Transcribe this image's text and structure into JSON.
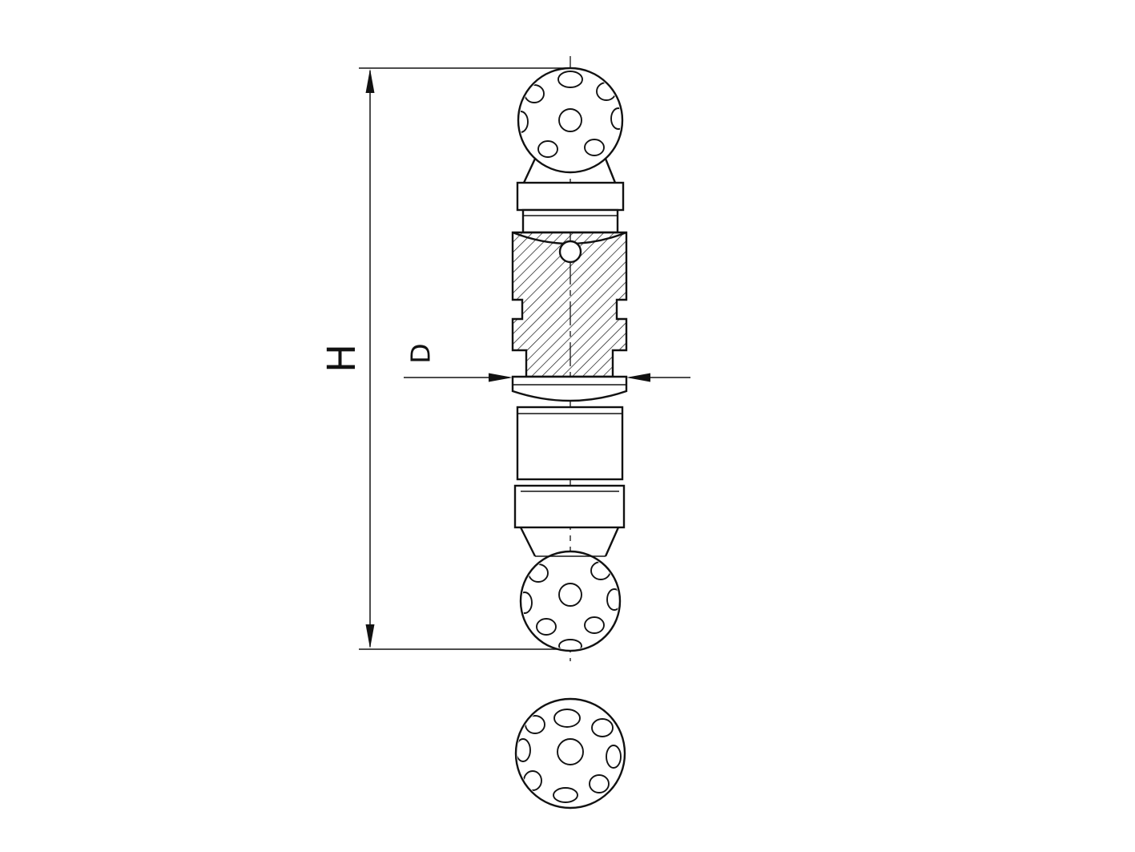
{
  "drawing": {
    "labels": {
      "height": "H",
      "diameter": "D"
    },
    "colors": {
      "ink": "#111111",
      "background": "#ffffff"
    },
    "views": {
      "front": "front-section-view",
      "bottom": "bottom-view"
    }
  }
}
